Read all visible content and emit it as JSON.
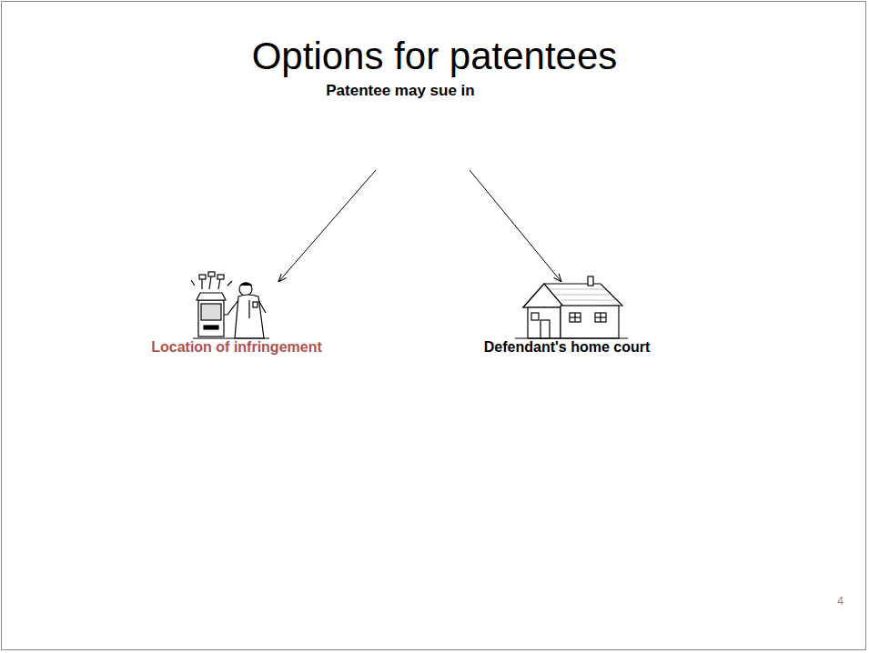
{
  "diagram": {
    "title": "Options for patentees",
    "nodes": [
      {
        "text": [
          "Patentee may sue in"
        ]
      },
      {
        "text": [
          "Location of infringement"
        ]
      },
      {
        "text": [
          "Defendant's home court"
        ]
      }
    ],
    "edges": [
      {
        "from": 0,
        "to": 1,
        "arrow": "to"
      },
      {
        "from": 0,
        "to": 2,
        "arrow": "to"
      }
    ],
    "labels": [
      "4"
    ]
  }
}
